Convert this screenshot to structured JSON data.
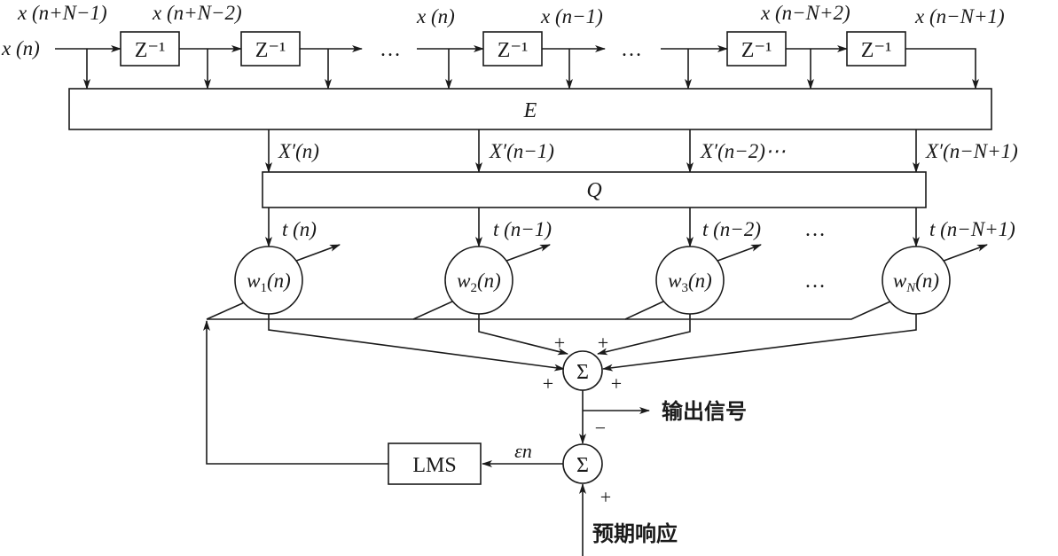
{
  "input": {
    "label": "x (n)"
  },
  "tap_labels": [
    "x (n+N−1)",
    "x (n+N−2)",
    "x (n)",
    "x (n−1)",
    "x (n−N+2)",
    "x (n−N+1)"
  ],
  "delay_label": "Z⁻¹",
  "ellipsis": "…",
  "block_e": "E",
  "block_q": "Q",
  "xprime_labels": [
    "X′(n)",
    "X′(n−1)",
    "X′(n−2)⋯",
    "X′(n−N+1)"
  ],
  "t_labels": [
    "t (n)",
    "t (n−1)",
    "t (n−2)",
    "t (n−N+1)"
  ],
  "weights": [
    {
      "sym": "w",
      "sub": "1",
      "arg": "(n)"
    },
    {
      "sym": "w",
      "sub": "2",
      "arg": "(n)"
    },
    {
      "sym": "w",
      "sub": "3",
      "arg": "(n)"
    },
    {
      "sym": "w",
      "sub": "N",
      "arg": "(n)"
    }
  ],
  "sum_symbol": "Σ",
  "plus": "+",
  "minus": "−",
  "output_label": "输出信号",
  "lms_label": "LMS",
  "error_label": "εn",
  "desired_label": "预期响应"
}
